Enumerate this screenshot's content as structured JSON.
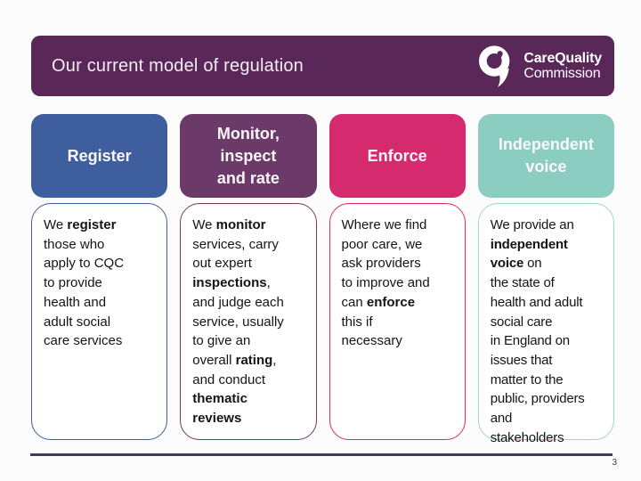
{
  "page": {
    "background": "#fdfcfd"
  },
  "title_bar": {
    "title": "Our current model of regulation",
    "background": "#592758",
    "logo": {
      "icon": "cqc-q-icon",
      "line1": "CareQuality",
      "line2": "Commission"
    }
  },
  "columns": [
    {
      "header": {
        "label": "Register",
        "color": "#3e5e9e"
      },
      "body": {
        "border_color": "#3e5e9e",
        "text": "We **register**\nthose who\napply to CQC\nto provide\nhealth and\nadult social\ncare services"
      }
    },
    {
      "header": {
        "label": "Monitor,\ninspect\nand rate",
        "color": "#6b3a68"
      },
      "body": {
        "border_color": "#6b3a68",
        "text": "We **monitor**\nservices, carry\nout expert\n**inspections**,\nand judge each\nservice, usually\nto give an\noverall **rating**,\nand conduct\n**thematic**\n**reviews**"
      }
    },
    {
      "header": {
        "label": "Enforce",
        "color": "#d62a6e"
      },
      "body": {
        "border_color": "#d62a6e",
        "text": "Where we find\npoor care, we\nask providers\nto improve and\ncan **enforce**\nthis if\nnecessary"
      }
    },
    {
      "header": {
        "label": "Independent\nvoice",
        "color": "#8ccdc1"
      },
      "body": {
        "border_color": "#9fd4ca",
        "text": "We provide an\n**independent**\n**voice** on\nthe state of\nhealth and adult\nsocial care\nin England on\nissues that\nmatter to the\npublic, providers\nand\nstakeholders"
      }
    }
  ],
  "footer": {
    "line_color": "#473a54",
    "page_number": "3"
  }
}
